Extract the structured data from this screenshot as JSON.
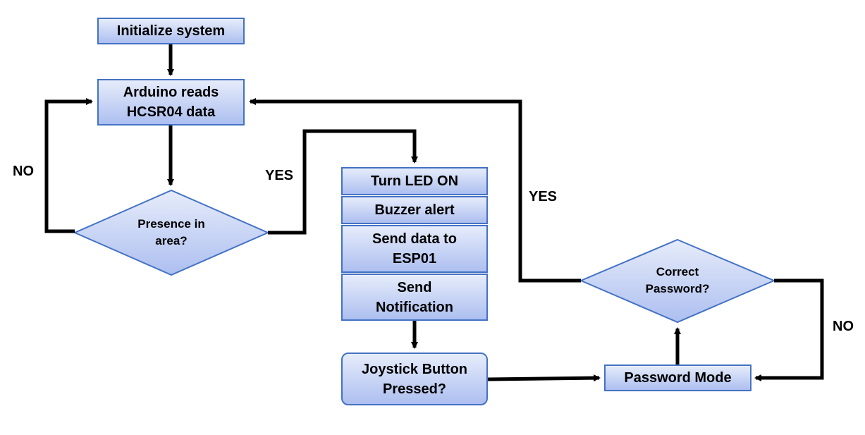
{
  "nodes": {
    "init": "Initialize system",
    "read": "Arduino reads\nHCSR04 data",
    "presence": "Presence in\narea?",
    "led": "Turn LED ON",
    "buzzer": "Buzzer alert",
    "send_esp": "Send data to\nESP01",
    "notify": "Send\nNotification",
    "joystick": "Joystick Button\nPressed?",
    "password_mode": "Password Mode",
    "correct_pw": "Correct\nPassword?"
  },
  "edges": {
    "no_left": "NO",
    "yes_presence": "YES",
    "yes_password": "YES",
    "no_right": "NO"
  },
  "colors": {
    "border": "#4472c4",
    "fill_top": "#e6ecfa",
    "fill_bottom": "#adbff0",
    "connector": "#000000"
  }
}
